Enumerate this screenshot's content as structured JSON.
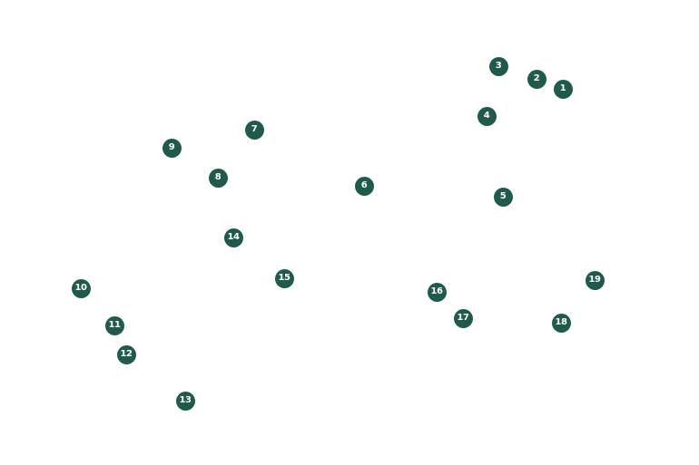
{
  "colors": {
    "background": "#ffffff",
    "marker_fill": "#1f5a4c",
    "marker_text": "#ffffff"
  },
  "markers": [
    {
      "label": "1"
    },
    {
      "label": "2"
    },
    {
      "label": "3"
    },
    {
      "label": "4"
    },
    {
      "label": "5"
    },
    {
      "label": "6"
    },
    {
      "label": "7"
    },
    {
      "label": "8"
    },
    {
      "label": "9"
    },
    {
      "label": "10"
    },
    {
      "label": "11"
    },
    {
      "label": "12"
    },
    {
      "label": "13"
    },
    {
      "label": "14"
    },
    {
      "label": "15"
    },
    {
      "label": "16"
    },
    {
      "label": "17"
    },
    {
      "label": "18"
    },
    {
      "label": "19"
    }
  ]
}
